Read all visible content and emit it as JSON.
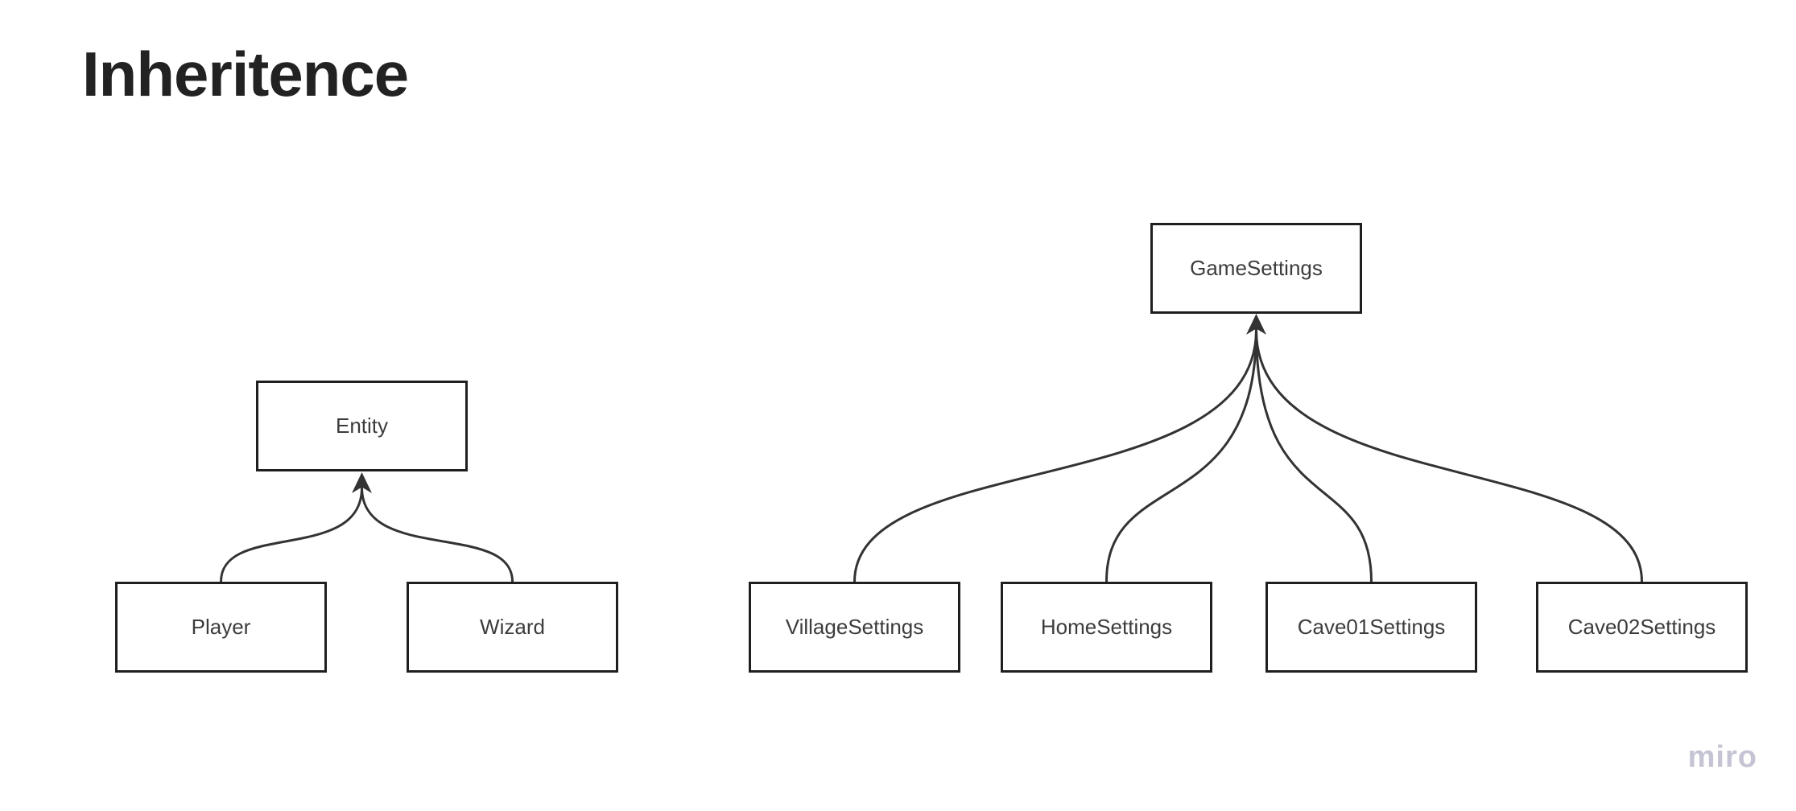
{
  "title": "Inheritence",
  "watermark": "miro",
  "colors": {
    "background": "#ffffff",
    "title_text": "#222222",
    "node_border": "#1f1f1f",
    "node_fill": "#ffffff",
    "node_text": "#3c3c3c",
    "edge_stroke": "#333333",
    "watermark_text": "#c5c4d4"
  },
  "diagram": {
    "type": "inheritance-tree",
    "nodes": [
      {
        "id": "entity",
        "label": "Entity"
      },
      {
        "id": "player",
        "label": "Player"
      },
      {
        "id": "wizard",
        "label": "Wizard"
      },
      {
        "id": "game-settings",
        "label": "GameSettings"
      },
      {
        "id": "village-settings",
        "label": "VillageSettings"
      },
      {
        "id": "home-settings",
        "label": "HomeSettings"
      },
      {
        "id": "cave01-settings",
        "label": "Cave01Settings"
      },
      {
        "id": "cave02-settings",
        "label": "Cave02Settings"
      }
    ],
    "edges": [
      {
        "from": "player",
        "to": "entity",
        "arrow": "to"
      },
      {
        "from": "wizard",
        "to": "entity",
        "arrow": "to"
      },
      {
        "from": "village-settings",
        "to": "game-settings",
        "arrow": "to"
      },
      {
        "from": "home-settings",
        "to": "game-settings",
        "arrow": "to"
      },
      {
        "from": "cave01-settings",
        "to": "game-settings",
        "arrow": "to"
      },
      {
        "from": "cave02-settings",
        "to": "game-settings",
        "arrow": "to"
      }
    ],
    "trees": [
      {
        "parent": "Entity",
        "children": [
          "Player",
          "Wizard"
        ]
      },
      {
        "parent": "GameSettings",
        "children": [
          "VillageSettings",
          "HomeSettings",
          "Cave01Settings",
          "Cave02Settings"
        ]
      }
    ]
  }
}
